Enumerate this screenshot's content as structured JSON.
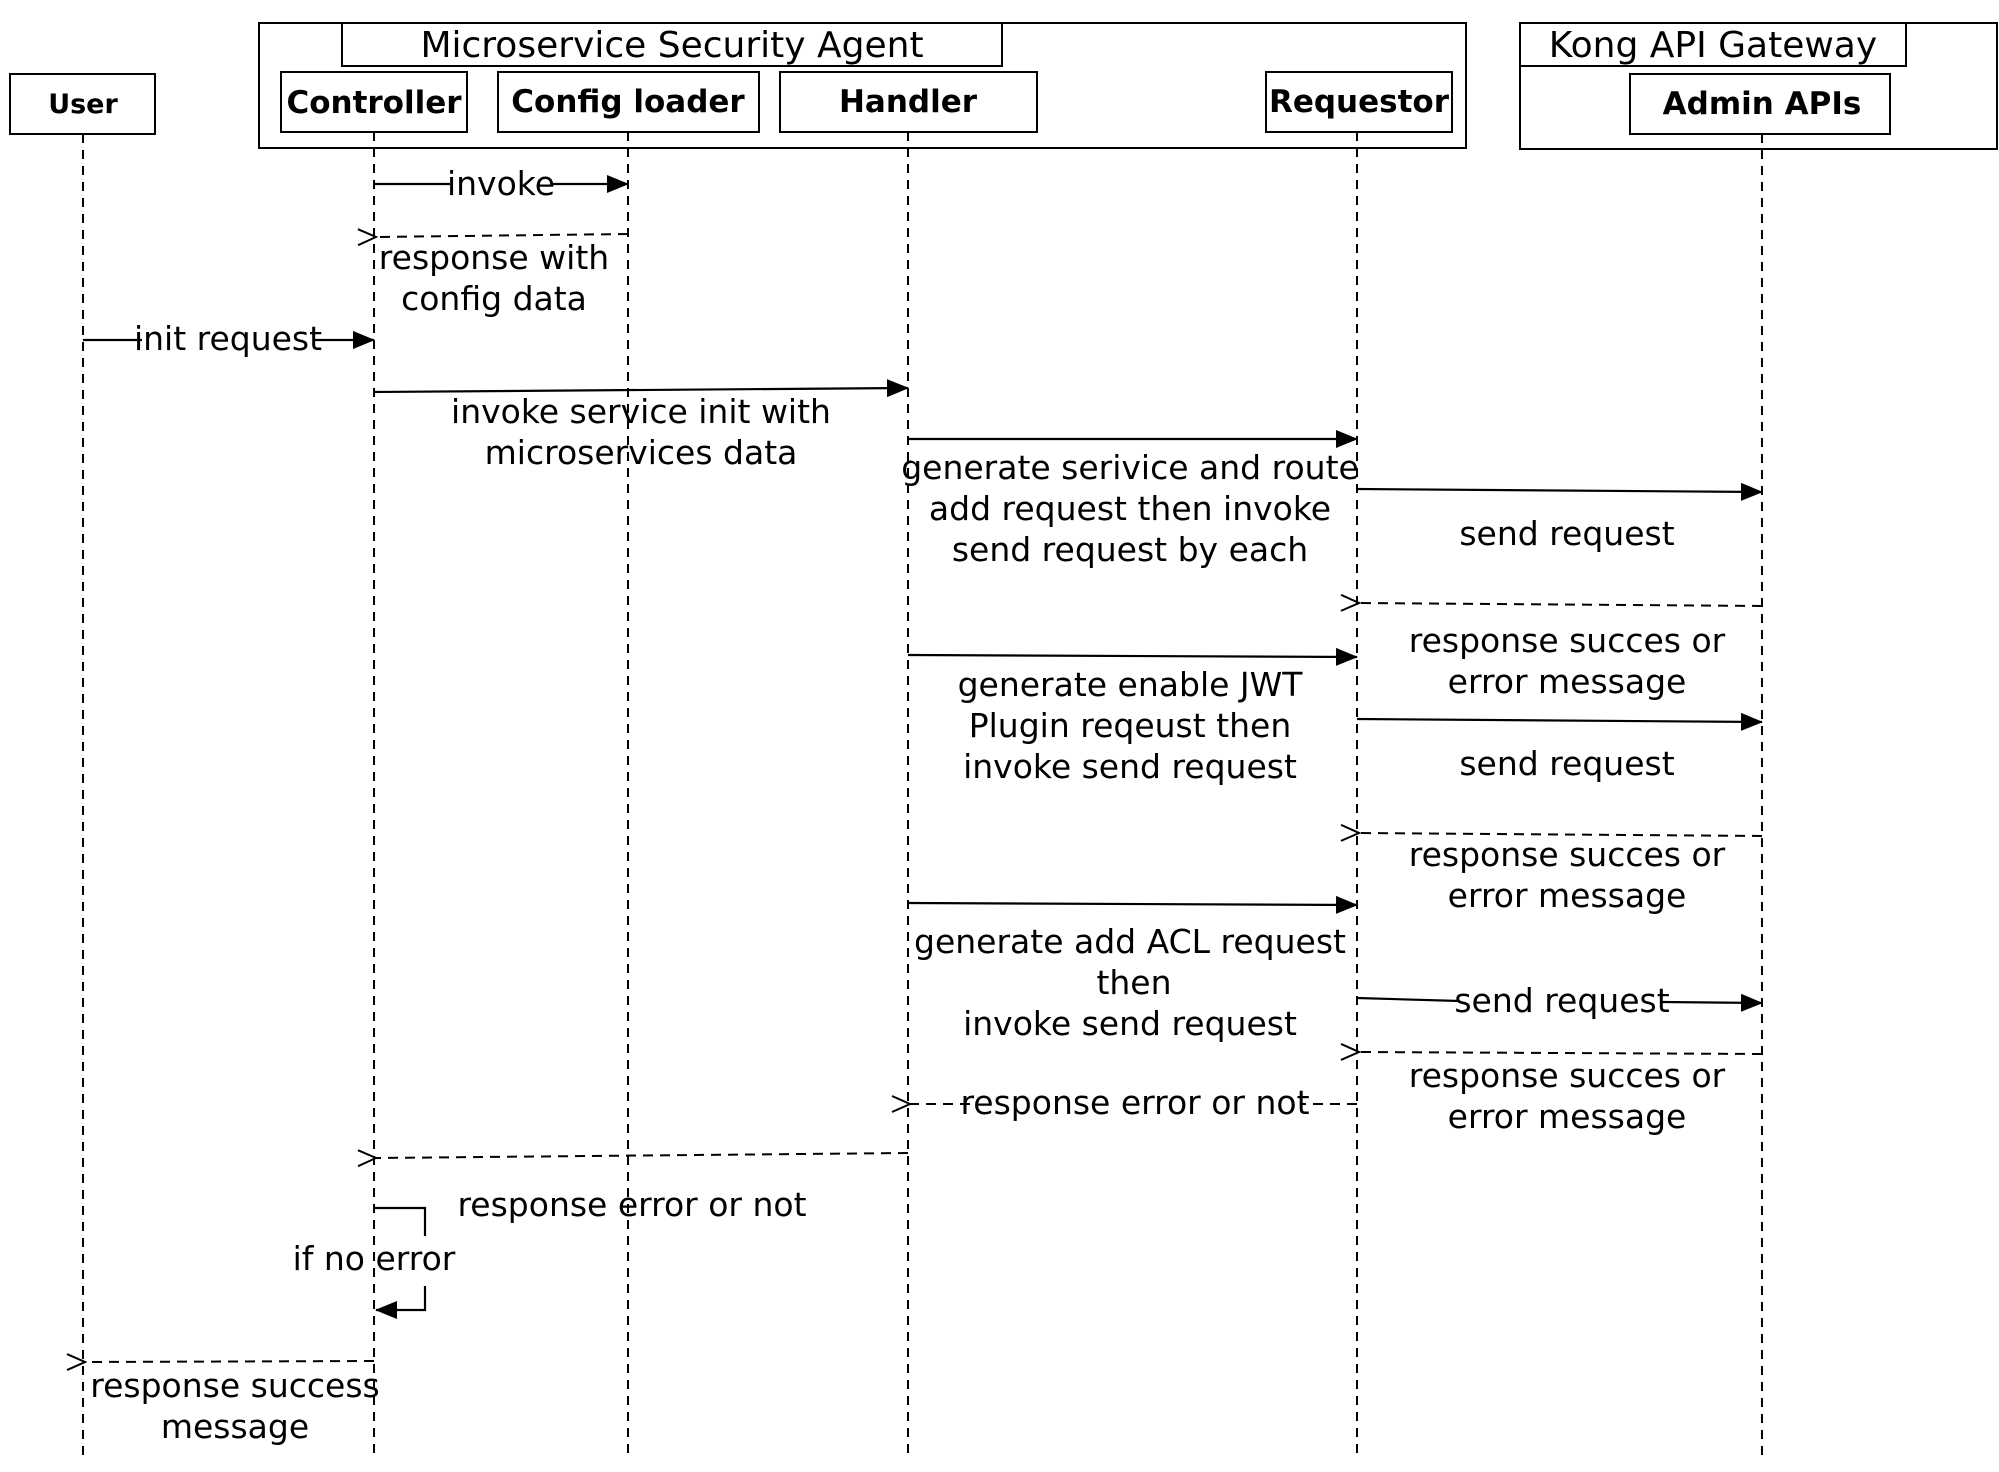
{
  "groups": {
    "agent": "Microservice Security Agent",
    "gateway": "Kong API Gateway"
  },
  "participants": {
    "user": "User",
    "controller": "Controller",
    "config_loader": "Config loader",
    "handler": "Handler",
    "requestor": "Requestor",
    "admin_apis": "Admin APIs"
  },
  "messages": {
    "m1": [
      "invoke"
    ],
    "m2": [
      "response with",
      "config data"
    ],
    "m3": [
      "init request"
    ],
    "m4": [
      "invoke service init with",
      "microservices data"
    ],
    "m5": [
      "generate serivice and route",
      "add request then invoke",
      "send request by each"
    ],
    "m6": [
      "send request"
    ],
    "m7": [
      "response succes or",
      "error message"
    ],
    "m8": [
      "generate enable JWT",
      "Plugin reqeust then",
      "invoke send request"
    ],
    "m9": [
      "send request"
    ],
    "m10": [
      "response succes or",
      "error message"
    ],
    "m11": [
      "generate add ACL request",
      "then",
      "invoke send request"
    ],
    "m12": [
      "send request"
    ],
    "m13": [
      "response succes or",
      "error message"
    ],
    "m14": [
      "response error or not"
    ],
    "m15": [
      "response error or not"
    ],
    "m16": [
      "if no error"
    ],
    "m17": [
      "response success",
      "message"
    ]
  }
}
